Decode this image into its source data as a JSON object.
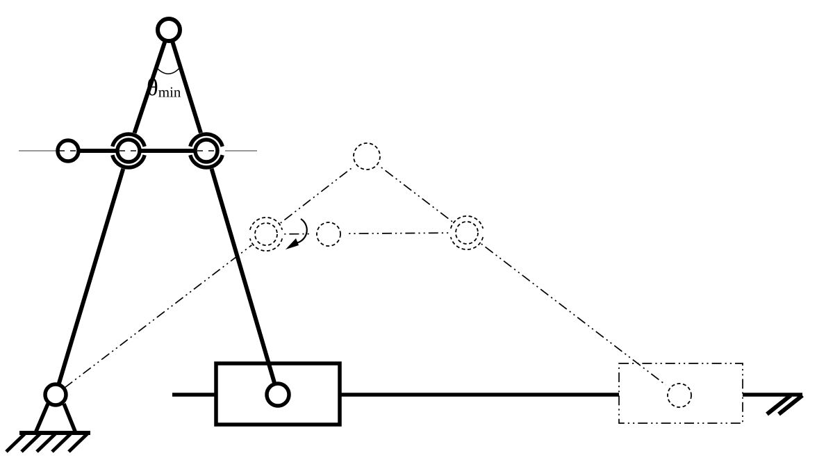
{
  "diagram": {
    "kind": "kinematic-linkage-two-positions",
    "angle_label": {
      "theta": "θ",
      "subscript": "min"
    },
    "colors": {
      "ink": "#000000",
      "centerline_gray": "#777777",
      "background": "#ffffff"
    }
  }
}
